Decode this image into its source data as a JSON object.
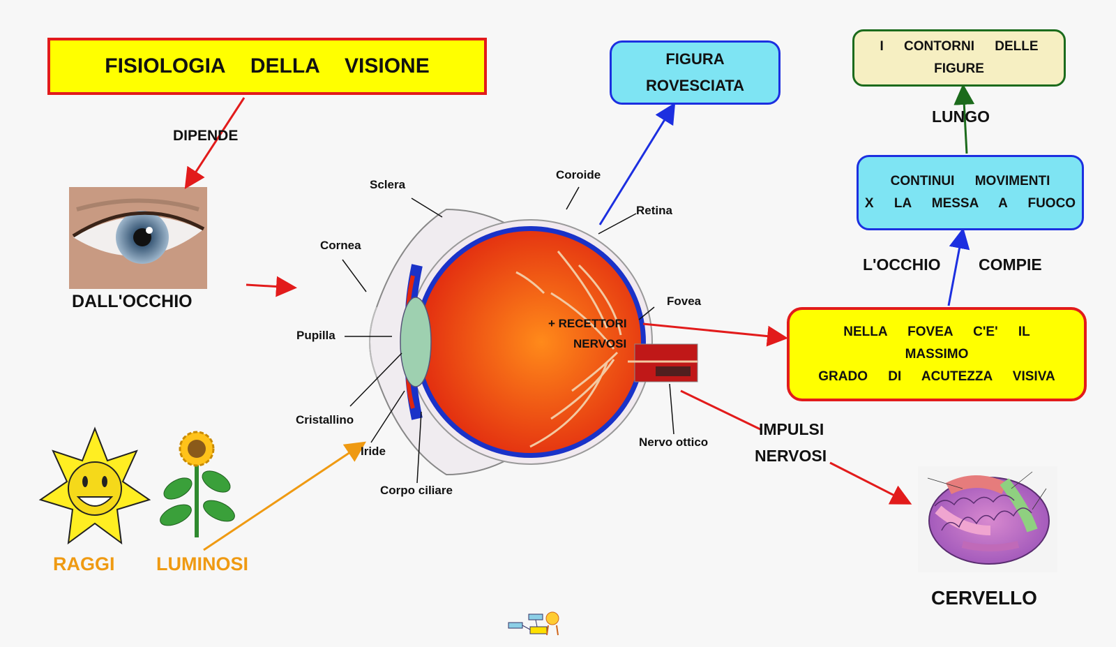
{
  "title": "FISIOLOGIA DELLA VISIONE",
  "figura_box": [
    "FIGURA",
    "ROVESCIATA"
  ],
  "contorni_box": [
    "I CONTORNI DELLE",
    "FIGURE"
  ],
  "movimenti_box": [
    "CONTINUI MOVIMENTI",
    "X LA MESSA A FUOCO"
  ],
  "fovea_box": [
    "NELLA FOVEA C'E' IL",
    "MASSIMO",
    "GRADO DI ACUTEZZA VISIVA"
  ],
  "links": {
    "dipende": "DIPENDE",
    "lungo": "LUNGO",
    "locchio": "L'OCCHIO",
    "compie": "COMPIE",
    "impulsi": "IMPULSI",
    "nervosi": "NERVOSI"
  },
  "labels": {
    "dall_occhio": "DALL'OCCHIO",
    "raggi": "RAGGI",
    "luminosi": "LUMINOSI",
    "cervello": "CERVELLO"
  },
  "eye_parts": {
    "sclera": "Sclera",
    "coroide": "Coroide",
    "retina": "Retina",
    "cornea": "Cornea",
    "fovea": "Fovea",
    "pupilla": "Pupilla",
    "recettori": "+ RECETTORI",
    "nervosi": "NERVOSI",
    "cristallino": "Cristallino",
    "iride": "Iride",
    "corpo_ciliare": "Corpo ciliare",
    "nervo_ottico": "Nervo ottico"
  },
  "colors": {
    "red_arrow": "#e21b1b",
    "blue_arrow": "#1c2fe0",
    "green_arrow": "#1c6b1c",
    "orange_arrow": "#ef9a12"
  }
}
